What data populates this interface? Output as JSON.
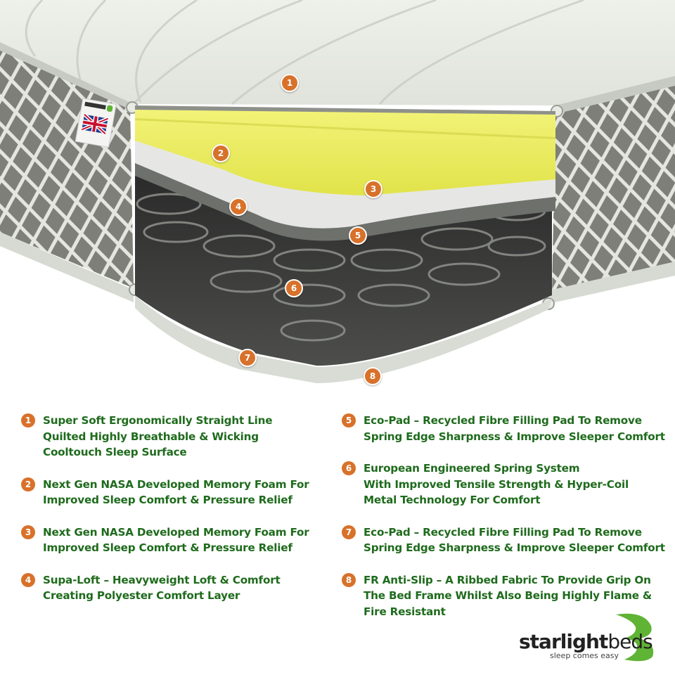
{
  "brand": {
    "name_bold": "starlight",
    "name_light": "beds",
    "tagline": "sleep comes easy",
    "accent_green": "#1f6b1d",
    "logo_green": "#5fb335",
    "marker_orange": "#d8712a"
  },
  "illustration": {
    "subject": "mattress cross-section",
    "label_tag": "Union Jack flag label",
    "markers": [
      "1",
      "2",
      "3",
      "4",
      "5",
      "6",
      "7",
      "8"
    ]
  },
  "legend": {
    "left": [
      {
        "num": "1",
        "lines": [
          "Super Soft Ergonomically Straight Line",
          "Quilted Highly Breathable & Wicking",
          "Cooltouch Sleep Surface"
        ]
      },
      {
        "num": "2",
        "lines": [
          "Next Gen NASA Developed Memory Foam For",
          "Improved Sleep Comfort & Pressure Relief"
        ]
      },
      {
        "num": "3",
        "lines": [
          "Next Gen NASA Developed Memory Foam For",
          "Improved Sleep Comfort & Pressure Relief"
        ]
      },
      {
        "num": "4",
        "lines": [
          "Supa-Loft – Heavyweight  Loft & Comfort",
          "Creating Polyester Comfort Layer"
        ]
      }
    ],
    "right": [
      {
        "num": "5",
        "lines": [
          "Eco-Pad – Recycled Fibre Filling Pad To Remove",
          "Spring Edge Sharpness & Improve Sleeper Comfort"
        ]
      },
      {
        "num": "6",
        "lines": [
          "European Engineered Spring System",
          "With Improved Tensile Strength & Hyper-Coil",
          "Metal Technology For Comfort"
        ]
      },
      {
        "num": "7",
        "lines": [
          "Eco-Pad – Recycled Fibre Filling Pad To Remove",
          "Spring Edge Sharpness & Improve Sleeper Comfort"
        ]
      },
      {
        "num": "8",
        "lines": [
          "FR Anti-Slip – A Ribbed Fabric To Provide Grip On",
          "The Bed Frame Whilst Also Being Highly Flame &",
          "Fire Resistant"
        ]
      }
    ]
  }
}
